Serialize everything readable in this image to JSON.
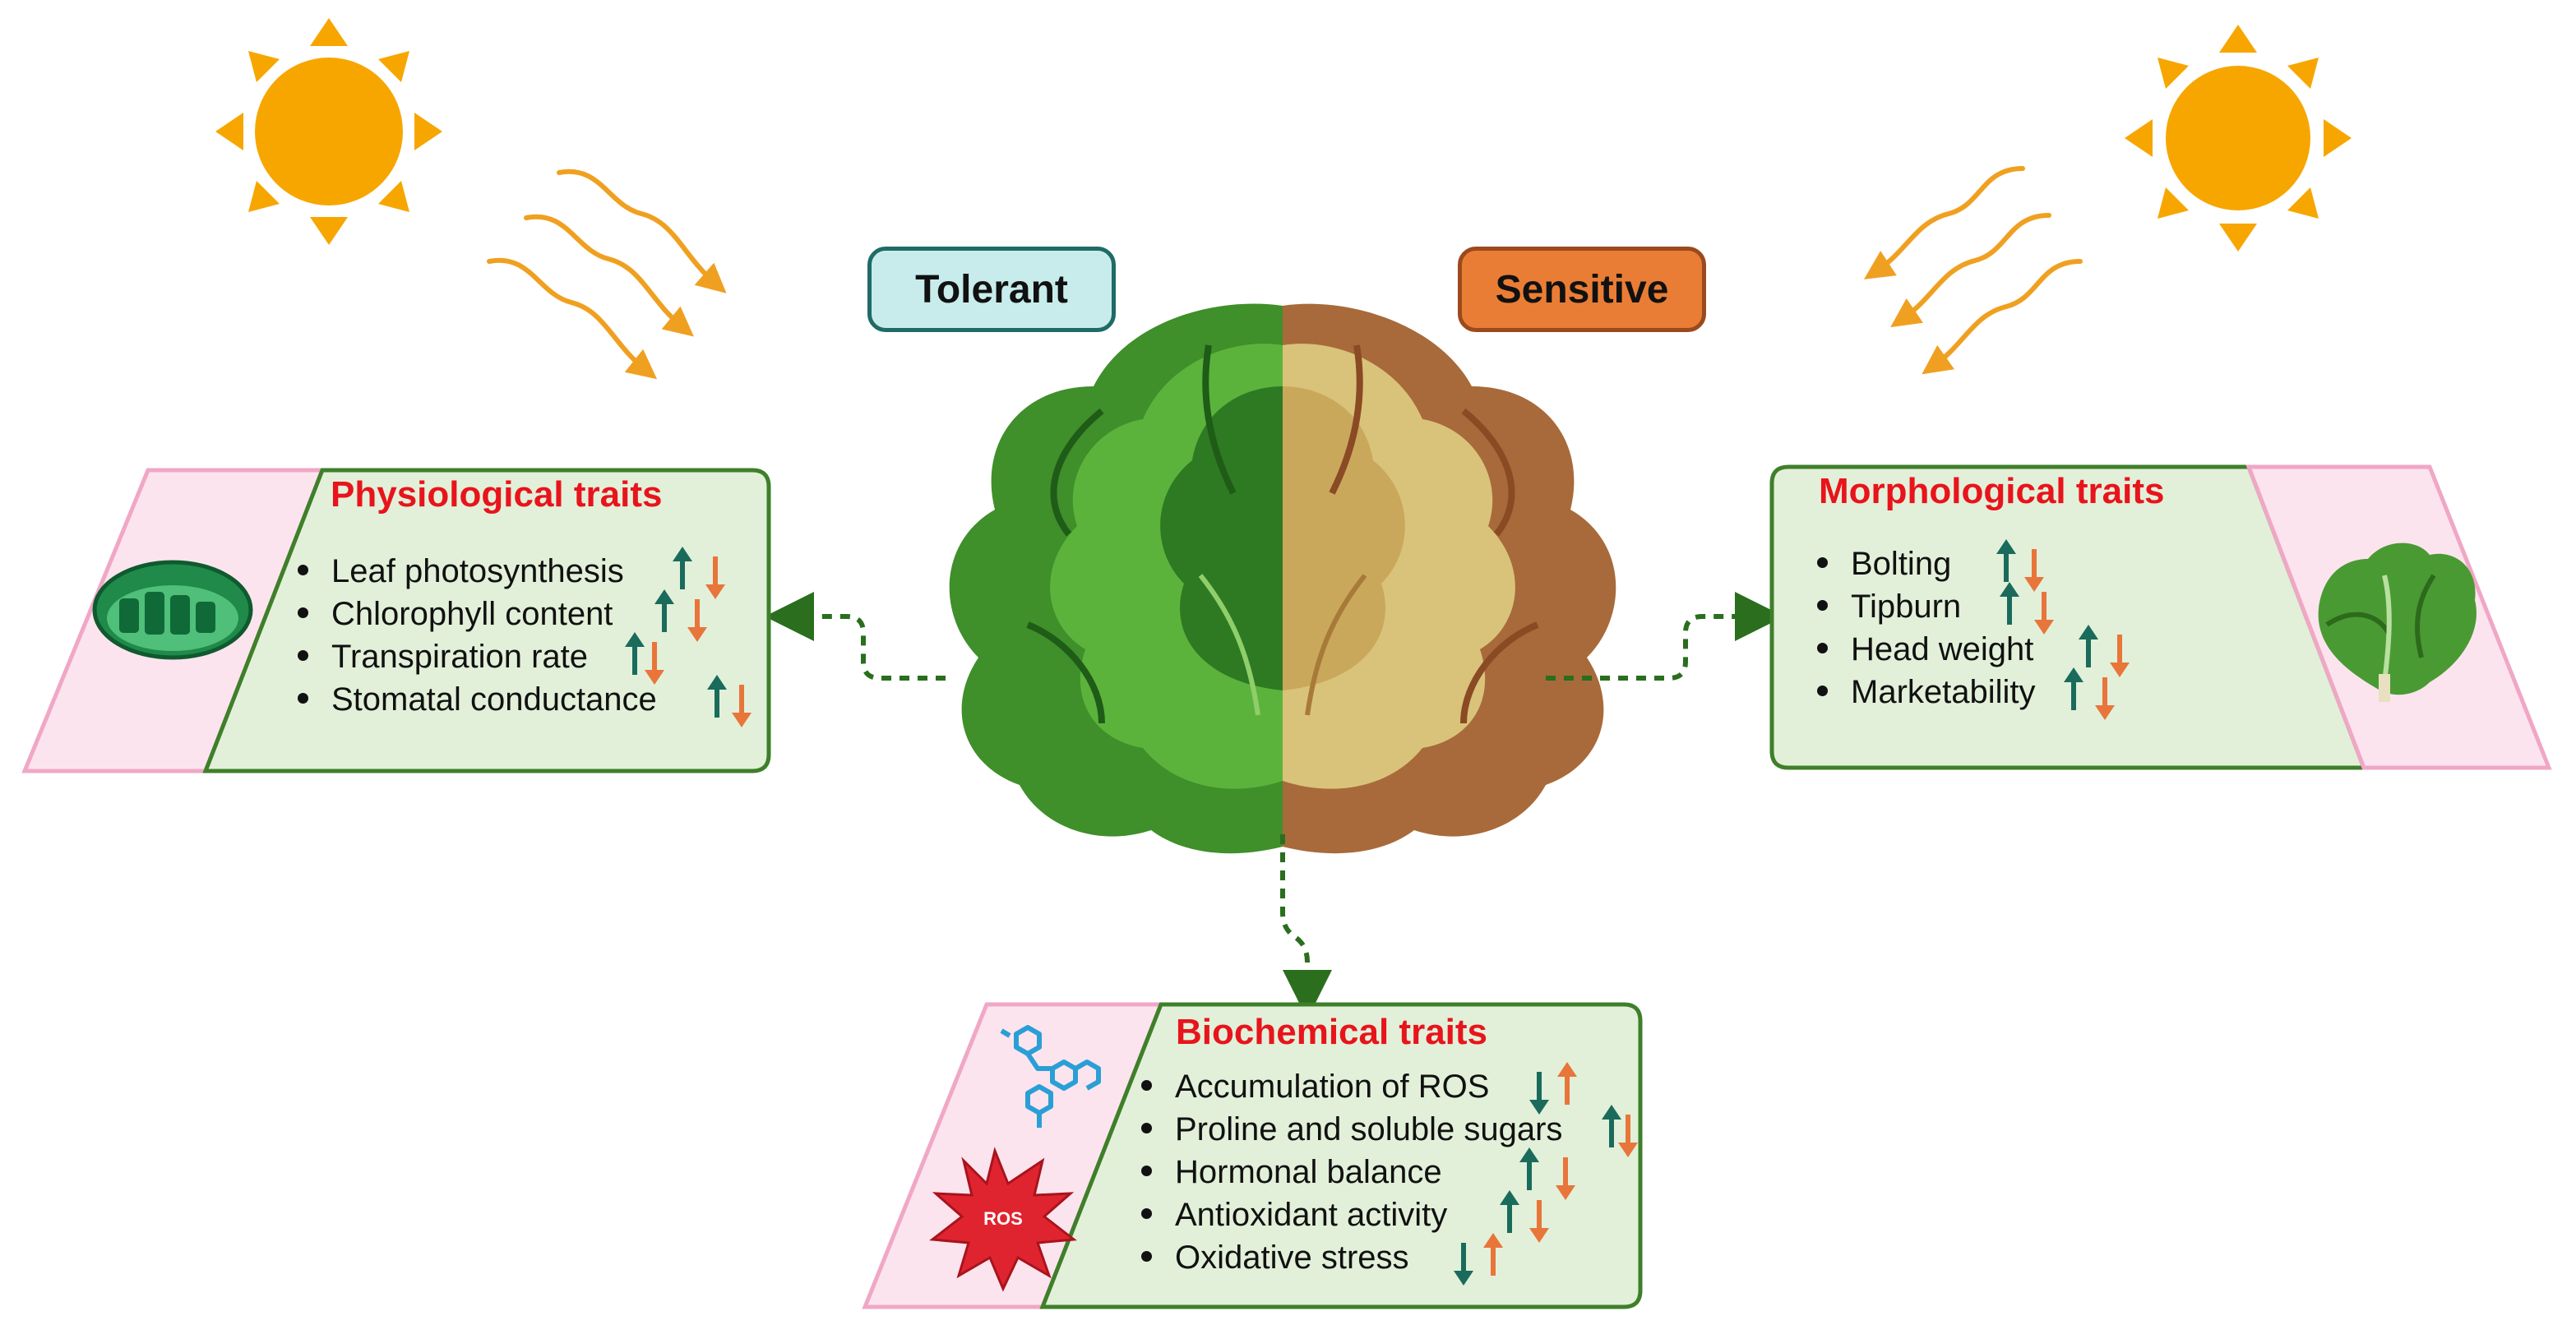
{
  "labels": {
    "tolerant": "Tolerant",
    "sensitive": "Sensitive"
  },
  "colors": {
    "tolerant_fill": "#c8ecec",
    "tolerant_stroke": "#1f6b66",
    "sensitive_fill": "#ea7d35",
    "sensitive_stroke": "#9a4a1c",
    "panel_fill": "#e2f0d9",
    "panel_stroke": "#3f7f2a",
    "tag_fill": "#fce4ef",
    "tag_stroke": "#f0a7c6",
    "title_red": "#e8141c",
    "arrow_up_green": "#1a6b5c",
    "arrow_down_orange": "#e8753a",
    "sun": "#f7a600",
    "heat_wave": "#f0a020",
    "connector": "#2a6e1e"
  },
  "physiological": {
    "title": "Physiological traits",
    "icon": "chloroplast-icon",
    "items": [
      {
        "label": "Leaf photosynthesis",
        "tolerant": "up",
        "sensitive": "down"
      },
      {
        "label": "Chlorophyll content",
        "tolerant": "up",
        "sensitive": "down"
      },
      {
        "label": "Transpiration rate",
        "tolerant": "up",
        "sensitive": "down"
      },
      {
        "label": "Stomatal conductance",
        "tolerant": "up",
        "sensitive": "down"
      }
    ]
  },
  "morphological": {
    "title": "Morphological traits",
    "icon": "lettuce-icon",
    "items": [
      {
        "label": "Bolting",
        "tolerant": "up",
        "sensitive": "down"
      },
      {
        "label": "Tipburn",
        "tolerant": "up",
        "sensitive": "down"
      },
      {
        "label": "Head weight",
        "tolerant": "up",
        "sensitive": "down"
      },
      {
        "label": "Marketability",
        "tolerant": "up",
        "sensitive": "down"
      }
    ]
  },
  "biochemical": {
    "title": "Biochemical traits",
    "icons": [
      "molecule-icon",
      "ros-burst-icon"
    ],
    "ros_label": "ROS",
    "items": [
      {
        "label": "Accumulation of ROS",
        "tolerant": "down",
        "sensitive": "up"
      },
      {
        "label": "Proline and soluble sugars",
        "tolerant": "up",
        "sensitive": "down"
      },
      {
        "label": "Hormonal balance",
        "tolerant": "up",
        "sensitive": "down"
      },
      {
        "label": "Antioxidant activity",
        "tolerant": "up",
        "sensitive": "down"
      },
      {
        "label": "Oxidative stress",
        "tolerant": "down",
        "sensitive": "up"
      }
    ]
  },
  "center_icon": "lettuce-head-icon",
  "sun_icons": [
    "sun-icon",
    "sun-icon"
  ]
}
